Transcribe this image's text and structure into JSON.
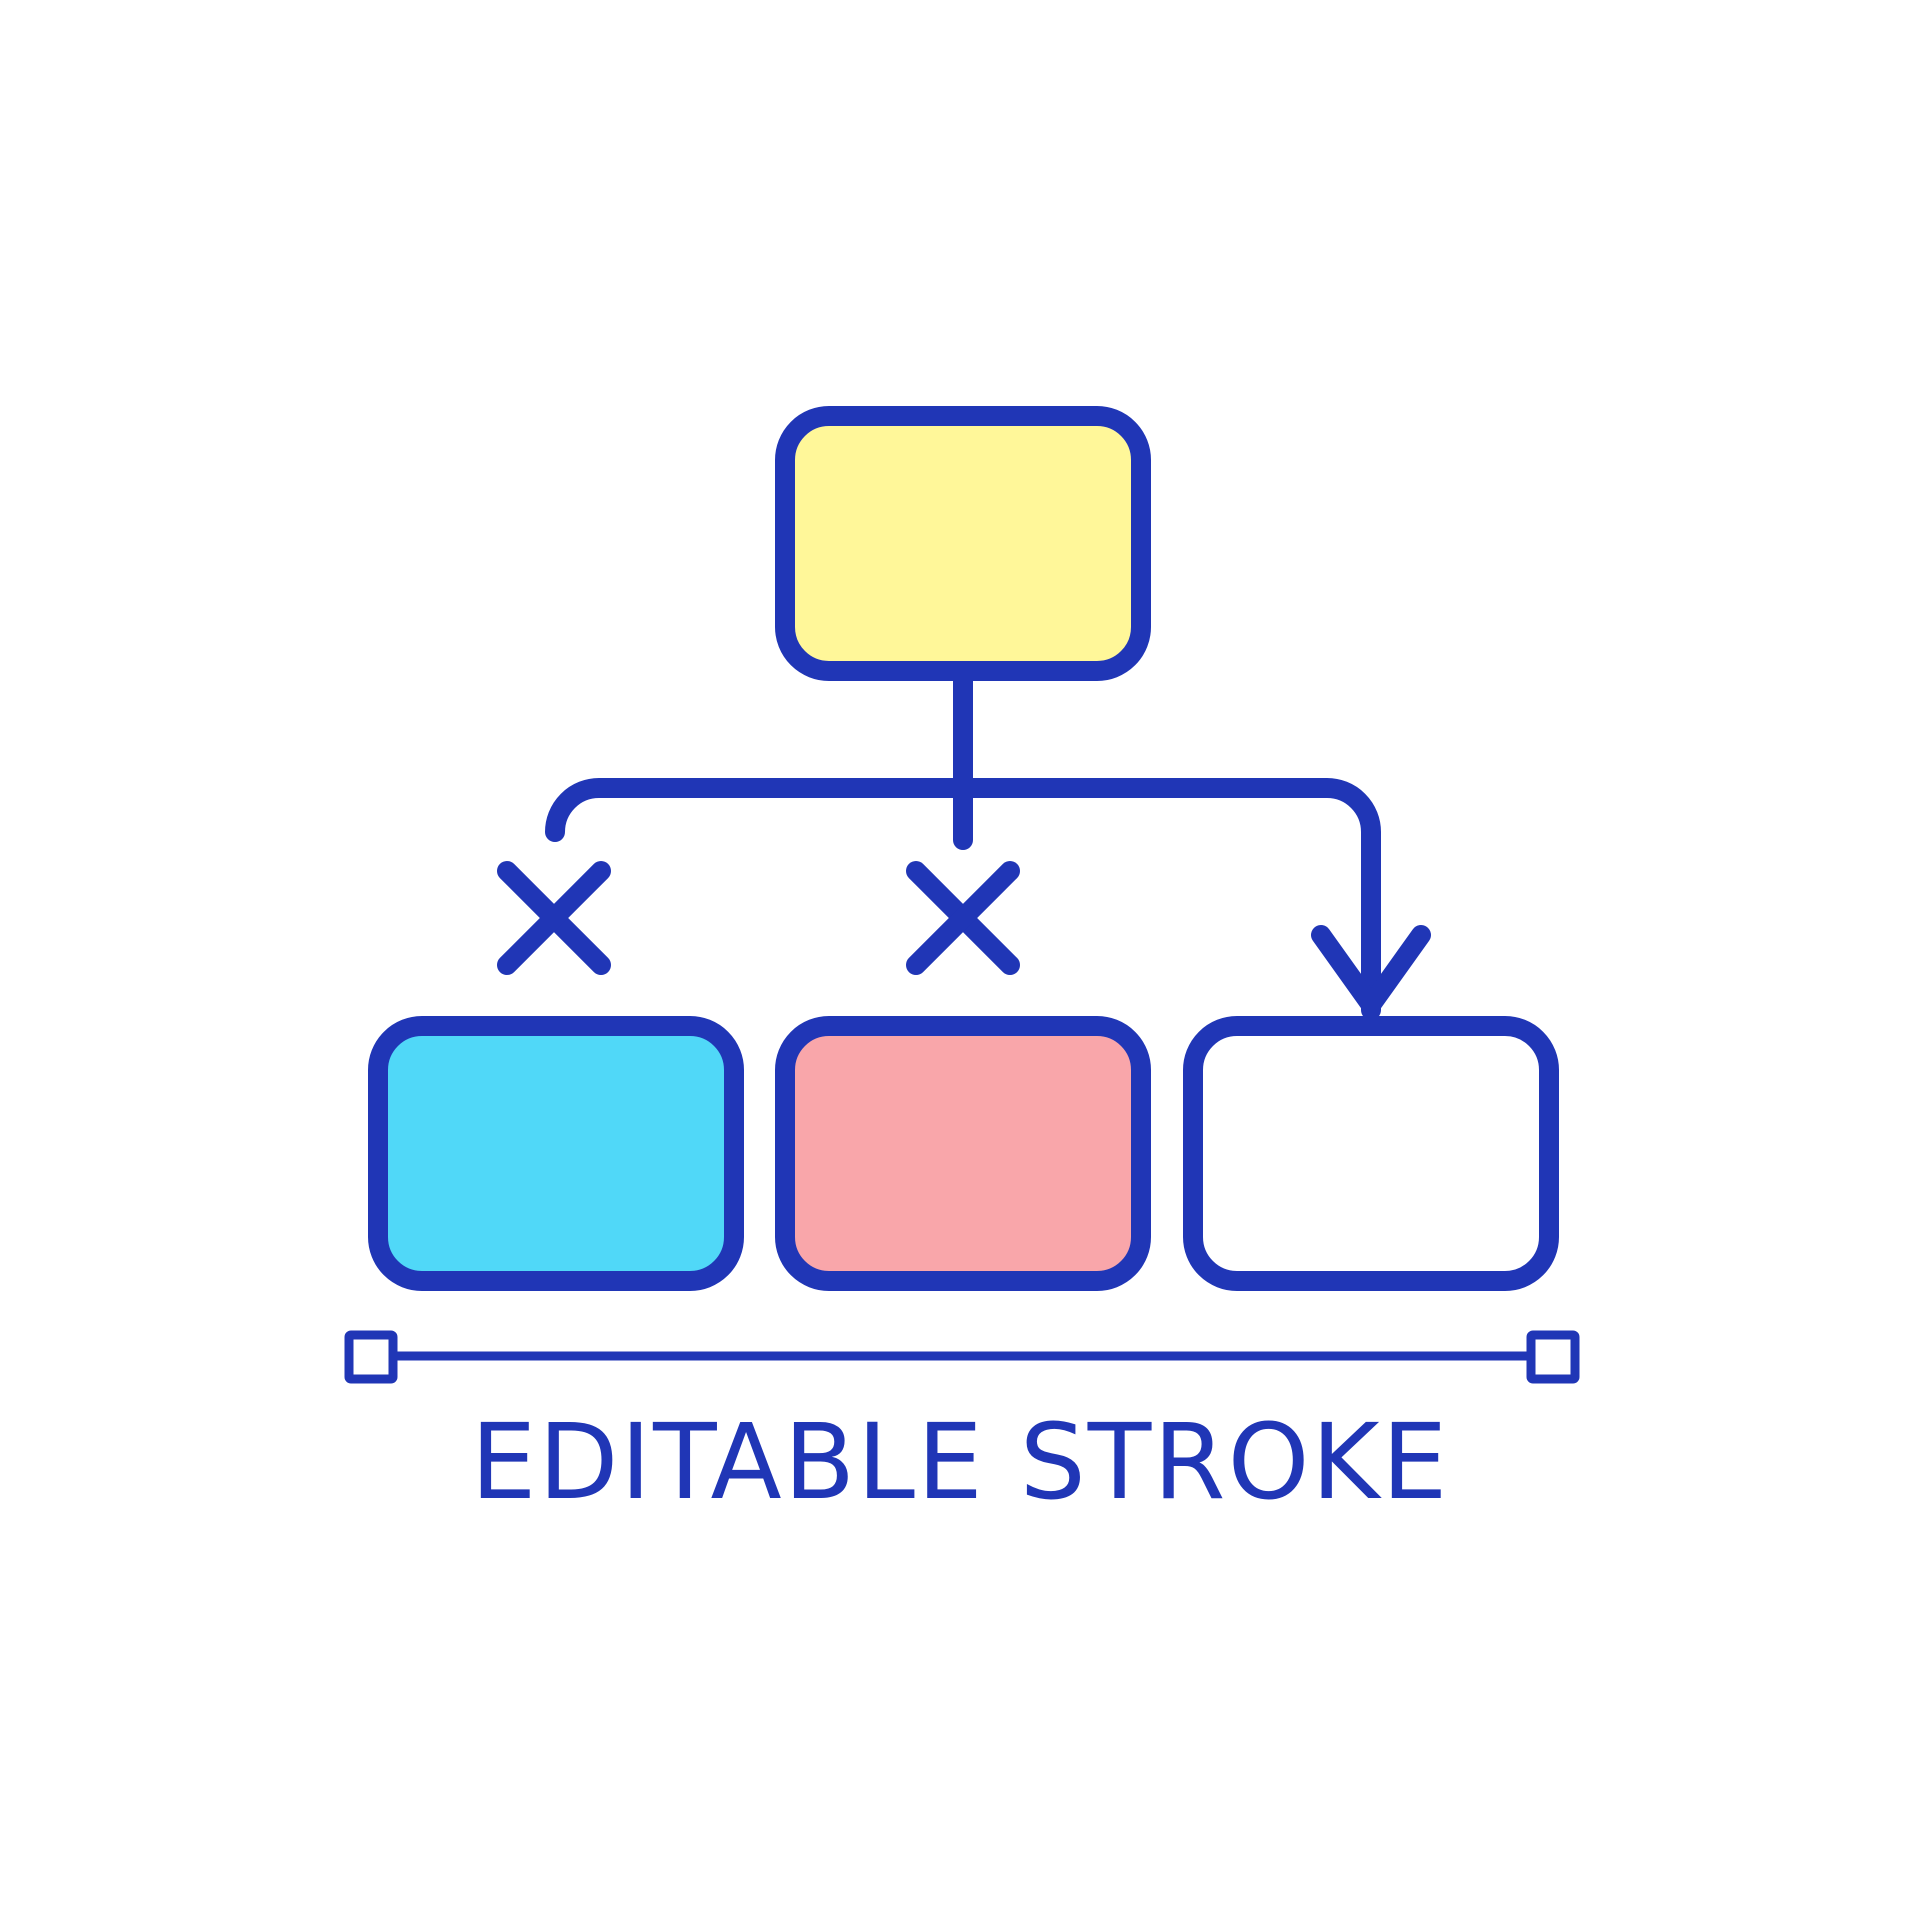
{
  "colors": {
    "stroke": "#2036b6",
    "background": "#ffffff"
  },
  "nodes": [
    {
      "id": "root",
      "fill": "#fff799"
    },
    {
      "id": "child-left",
      "fill": "#50d8f8"
    },
    {
      "id": "child-middle",
      "fill": "#f9a6aa"
    },
    {
      "id": "child-right",
      "fill": "#ffffff"
    }
  ],
  "connectors": [
    {
      "to": "child-left",
      "status": "blocked",
      "marker_icon": "cross-icon"
    },
    {
      "to": "child-middle",
      "status": "blocked",
      "marker_icon": "cross-icon"
    },
    {
      "to": "child-right",
      "status": "active",
      "marker_icon": "arrow-head-icon"
    }
  ],
  "caption": {
    "text": "EDITABLE STROKE"
  }
}
